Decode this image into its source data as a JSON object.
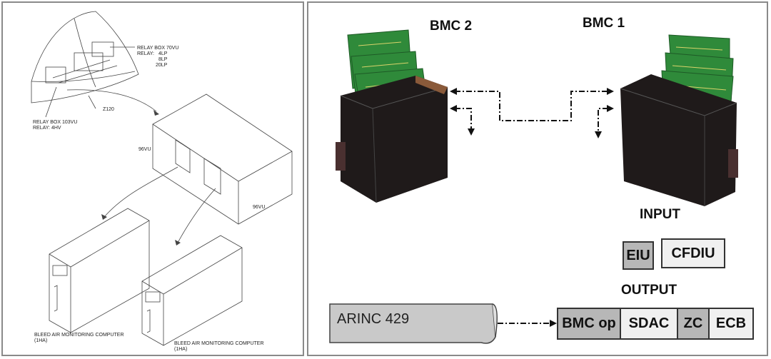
{
  "left_panel": {
    "relay_box_70": "RELAY BOX 70VU",
    "relay_70": "RELAY:",
    "relay_70_items": [
      "4LP",
      "8LP",
      "20LP"
    ],
    "relay_box_103": "RELAY BOX 103VU",
    "relay_103": "RELAY: 4HV",
    "zone": "Z120",
    "rack_label_1": "96VU",
    "rack_label_2": "96VU",
    "computer_1": "BLEED AIR MONITORING COMPUTER",
    "computer_1_id": "(1HA)",
    "computer_2": "BLEED AIR MONITORING COMPUTER",
    "computer_2_id": "(1HA)"
  },
  "right_panel": {
    "bmc2": "BMC 2",
    "bmc1": "BMC 1",
    "input_heading": "INPUT",
    "inputs": [
      "EIU",
      "CFDIU"
    ],
    "output_heading": "OUTPUT",
    "bus": "ARINC 429",
    "outputs": [
      "BMC op",
      "SDAC",
      "ZC",
      "ECB"
    ]
  },
  "colors": {
    "board_green": "#2f8a3a",
    "unit_dark": "#1f1a1a",
    "gray_box": "#b7b7b7",
    "light_box": "#f0f0f0"
  }
}
